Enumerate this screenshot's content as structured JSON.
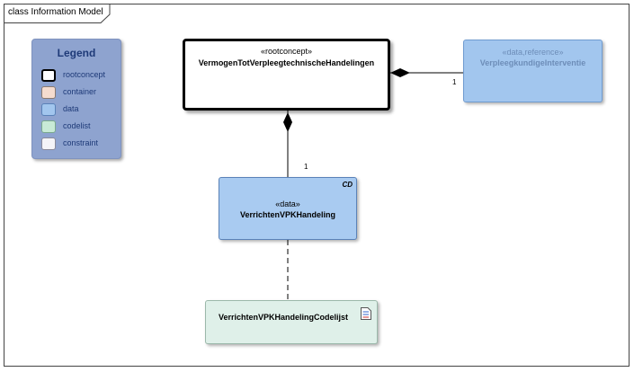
{
  "diagram": {
    "title": "class Information Model"
  },
  "legend": {
    "title": "Legend",
    "items": [
      {
        "label": "rootconcept",
        "color": "#ffffff",
        "border": "#000000"
      },
      {
        "label": "container",
        "color": "#f5dccf",
        "border": "#8a7a70"
      },
      {
        "label": "data",
        "color": "#a2c6ee",
        "border": "#5a82b8"
      },
      {
        "label": "codelist",
        "color": "#c8ead6",
        "border": "#7aa88e"
      },
      {
        "label": "constraint",
        "color": "#f4f4f8",
        "border": "#8a8a9a"
      }
    ]
  },
  "elements": {
    "root": {
      "stereotype": "«rootconcept»",
      "name": "VermogenTotVerpleegtechnischeHandelingen"
    },
    "reference": {
      "stereotype": "«data,reference»",
      "name": "VerpleegkundigeInterventie"
    },
    "data": {
      "stereotype": "«data»",
      "name": "VerrichtenVPKHandeling",
      "tag": "CD"
    },
    "codelist": {
      "name": "VerrichtenVPKHandelingCodelijst"
    }
  },
  "multiplicities": {
    "root_to_reference": "1",
    "root_to_data": "1"
  }
}
